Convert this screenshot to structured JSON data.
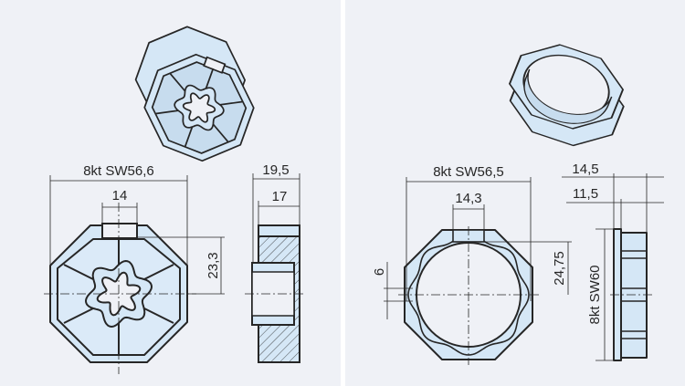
{
  "left_drawing": {
    "dim_width": "8kt SW56,6",
    "dim_notch": "14",
    "dim_height": "23,3",
    "dim_side_total": "19,5",
    "dim_side_body": "17"
  },
  "right_drawing": {
    "dim_width": "8kt SW56,5",
    "dim_notch": "14,3",
    "dim_height": "24,75",
    "dim_slot": "6",
    "dim_side_total": "14,5",
    "dim_side_body": "11,5",
    "dim_flange": "8kt SW60"
  },
  "colors": {
    "part_fill": "#d5e7f6",
    "background": "#eff1f6",
    "outline": "#262626"
  }
}
